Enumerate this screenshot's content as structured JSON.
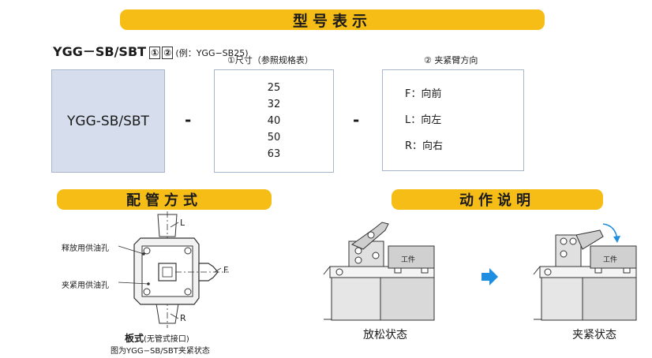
{
  "banners": {
    "model": "型号表示",
    "piping": "配管方式",
    "action": "动作说明"
  },
  "model_code": {
    "main": "YGG－SB/SBT",
    "slot1": "①",
    "slot2": "②",
    "example": "(例：YGG−SB25)"
  },
  "captions": {
    "bore": "①尺寸（参照规格表）",
    "direction": "② 夹紧臂方向"
  },
  "series_box": "YGG-SB/SBT",
  "dash": "-",
  "bore_sizes": [
    "25",
    "32",
    "40",
    "50",
    "63"
  ],
  "directions": [
    "F：向前",
    "L：向左",
    "R：向右"
  ],
  "piping": {
    "port_release": "释放用供油孔",
    "port_clamp": "夹紧用供油孔",
    "dir_L": "L",
    "dir_F": "F",
    "dir_R": "R",
    "caption_type": "板式",
    "caption_note": "(无管式接口)",
    "caption_sub": "图为YGG−SB/SBT夹紧状态"
  },
  "action": {
    "workpiece": "工件",
    "state_released": "放松状态",
    "state_clamped": "夹紧状态"
  },
  "colors": {
    "banner": "#f6bd16",
    "series_box": "#d6deed",
    "arrow": "#1e8ee0"
  }
}
